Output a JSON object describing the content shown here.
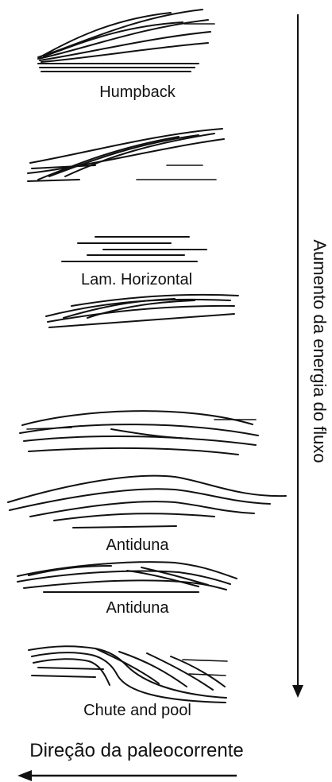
{
  "bedforms": [
    {
      "label": "Humpback"
    },
    {
      "label": ""
    },
    {
      "label": "Lam. Horizontal"
    },
    {
      "label": ""
    },
    {
      "label": ""
    },
    {
      "label": "Antiduna"
    },
    {
      "label": "Antiduna"
    },
    {
      "label": "Chute and pool"
    }
  ],
  "energy_axis": {
    "label": "Aumento da energia do fluxo",
    "direction": "down"
  },
  "paleocurrent": {
    "label": "Direção da paleocorrente",
    "direction": "left"
  },
  "colors": {
    "ink": "#111111",
    "background": "#ffffff"
  }
}
